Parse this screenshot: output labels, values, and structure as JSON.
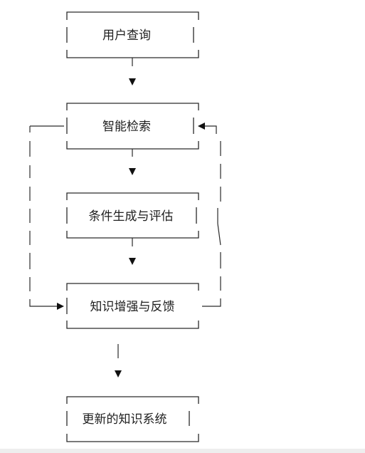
{
  "nodes": {
    "user_query": "用户查询",
    "smart_search": "智能检索",
    "condition_eval": "条件生成与评估",
    "knowledge_enhance": "知识增强与反馈",
    "updated_system": "更新的知识系统"
  }
}
